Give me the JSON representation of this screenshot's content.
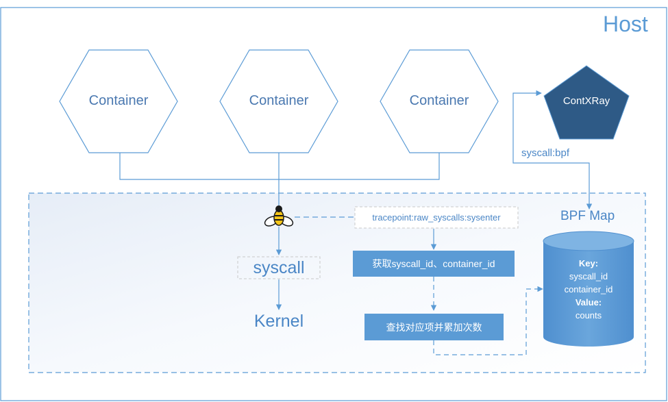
{
  "host": {
    "title": "Host"
  },
  "containers": [
    "Container",
    "Container",
    "Container"
  ],
  "contxray": {
    "label": "ContXRay"
  },
  "edge_labels": {
    "syscall_bpf": "syscall:bpf"
  },
  "kernel_area": {
    "tracepoint": "tracepoint:raw_syscalls:sysenter",
    "syscall": "syscall",
    "kernel": "Kernel",
    "step1": "获取syscall_id、container_id",
    "step2": "查找对应项并累加次数"
  },
  "bpf_map": {
    "title": "BPF Map",
    "key_label": "Key:",
    "key_fields": [
      "syscall_id",
      "container_id"
    ],
    "value_label": "Value:",
    "value_fields": [
      "counts"
    ]
  },
  "colors": {
    "line": "#5b9bd5",
    "box_fill": "#5b9bd5",
    "contxray_fill": "#2e5a86",
    "kernel_bg": "#eef3fa",
    "bee_yellow": "#f5c518"
  }
}
